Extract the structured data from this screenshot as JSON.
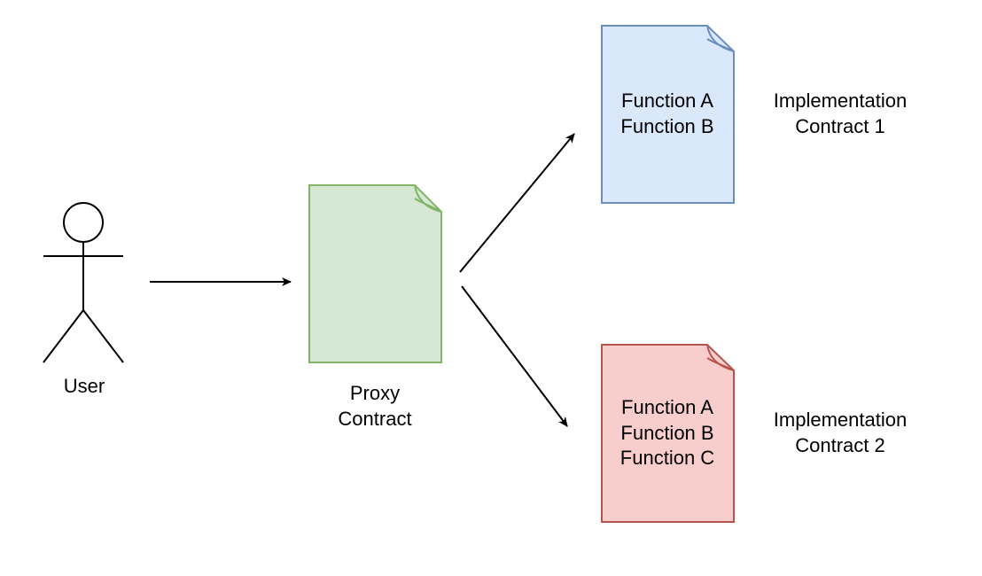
{
  "colors": {
    "background": "#ffffff",
    "line": "#000000",
    "proxy_fill": "#d5e8d4",
    "proxy_stroke": "#82b366",
    "impl1_fill": "#dae8fc",
    "impl1_stroke": "#6c8ebf",
    "impl2_fill": "#f8cecc",
    "impl2_stroke": "#b85450"
  },
  "icons": {
    "user": "stick-figure-icon",
    "document": "folded-corner-document-icon"
  },
  "user": {
    "label": "User"
  },
  "proxy": {
    "label_line1": "Proxy",
    "label_line2": "Contract"
  },
  "implementation1": {
    "functions": [
      "Function A",
      "Function B"
    ],
    "label_line1": "Implementation",
    "label_line2": "Contract 1"
  },
  "implementation2": {
    "functions": [
      "Function A",
      "Function B",
      "Function C"
    ],
    "label_line1": "Implementation",
    "label_line2": "Contract 2"
  }
}
